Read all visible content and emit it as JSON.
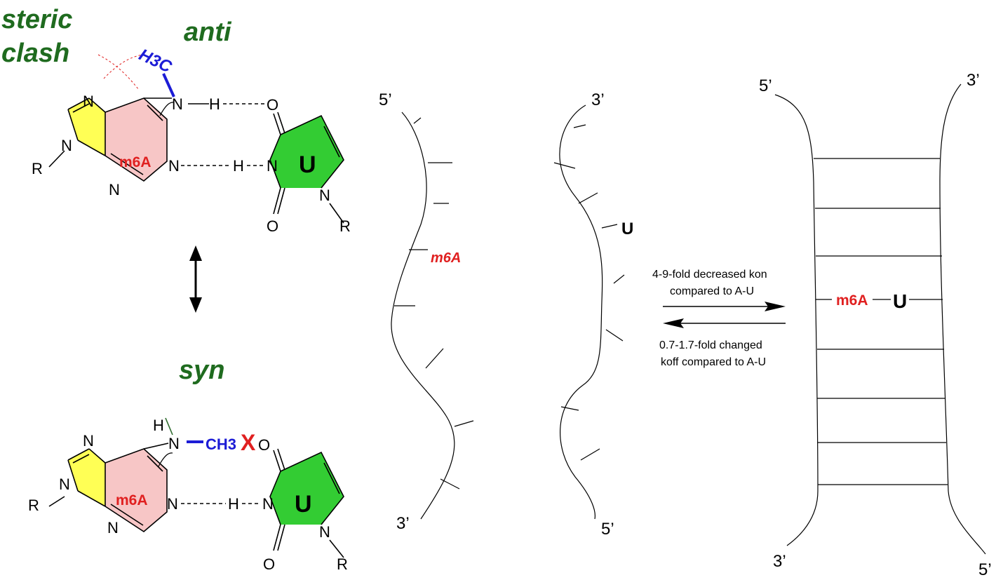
{
  "labels": {
    "steric": "steric",
    "clash": "clash",
    "anti": "anti",
    "syn": "syn",
    "ch3_anti": "H3C",
    "ch3_syn": "CH3",
    "x_mark": "X"
  },
  "atoms": {
    "N": "N",
    "H": "H",
    "O": "O",
    "R": "R",
    "m6A": "m6A",
    "U": "U"
  },
  "strands": {
    "left_top": "5’",
    "left_bottom": "3’",
    "mid_top": "3’",
    "mid_bottom": "5’",
    "duplex_top_left": "5’",
    "duplex_top_right": "3’",
    "duplex_bottom_left": "3’",
    "duplex_bottom_right": "5’",
    "m6A_label": "m6A",
    "U_label": "U",
    "pair_m6A": "m6A",
    "pair_U": "U"
  },
  "kinetics": {
    "kon_line1": "4-9-fold decreased kon",
    "kon_line2": "compared to A-U",
    "koff_line1": "0.7-1.7-fold changed",
    "koff_line2": "koff compared to A-U"
  },
  "colors": {
    "five_ring": "#ffff55",
    "six_ring": "#f7c6c6",
    "uracil": "#33cc33",
    "label_green": "#1f6b1f",
    "methyl_blue": "#1c1cd6",
    "highlight_red": "#e02020"
  }
}
